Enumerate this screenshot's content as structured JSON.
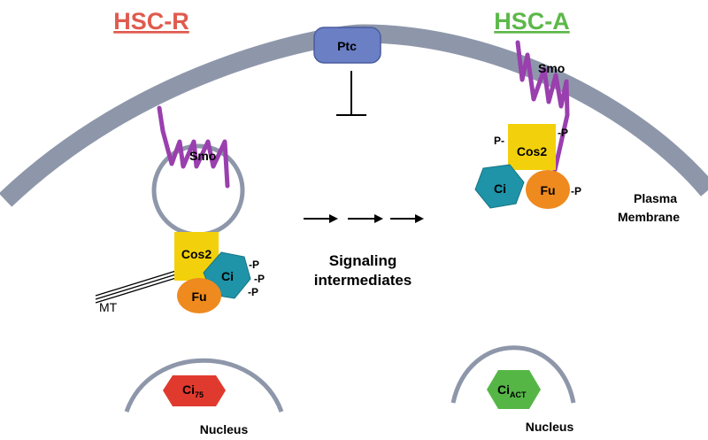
{
  "titles": {
    "left": "HSC-R",
    "right": "HSC-A"
  },
  "colors": {
    "left_title": "#e05a4e",
    "right_title": "#5db84a",
    "membrane": "#8e97aa",
    "ptc": "#6a7fc4",
    "smo": "#9a3fae",
    "cos2": "#f2d10c",
    "ci": "#1f93a8",
    "fu": "#ef8a1f",
    "ci75": "#e03a2e",
    "ci_act": "#55b646"
  },
  "membrane": {
    "ptc_label": "Ptc",
    "plasma_label_line1": "Plasma",
    "plasma_label_line2": "Membrane"
  },
  "left_complex": {
    "smo": "Smo",
    "cos2": "Cos2",
    "ci": "Ci",
    "fu": "Fu",
    "phospho_1": "-P",
    "phospho_2": "-P",
    "phospho_3": "-P",
    "mt": "MT"
  },
  "right_complex": {
    "smo": "Smo",
    "cos2": "Cos2",
    "ci": "Ci",
    "fu": "Fu",
    "phospho_left": "P-",
    "phospho_top": "-P",
    "phospho_fu": "-P"
  },
  "middle": {
    "line1": "Signaling",
    "line2": "intermediates"
  },
  "nuclei": {
    "left_label": "Nucleus",
    "right_label": "Nucleus",
    "ci75_main": "Ci",
    "ci75_sub": "75",
    "ciact_main": "Ci",
    "ciact_sub": "ACT"
  }
}
